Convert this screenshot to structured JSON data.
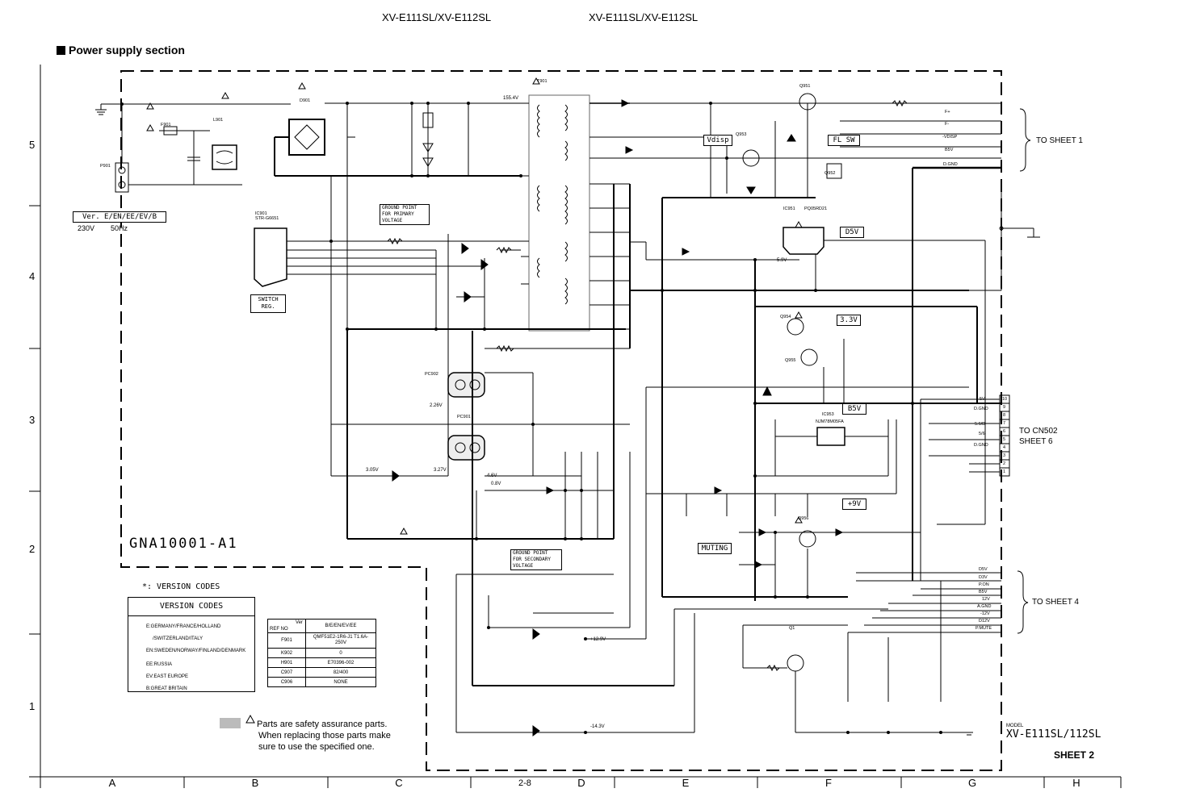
{
  "header": {
    "left_title": "XV-E111SL/XV-E112SL",
    "right_title": "XV-E111SL/XV-E112SL"
  },
  "section_title": "Power supply section",
  "grid": {
    "rows": [
      "5",
      "4",
      "3",
      "2",
      "1"
    ],
    "columns": [
      "A",
      "B",
      "C",
      "D",
      "E",
      "F",
      "G",
      "H"
    ]
  },
  "page_number": "2-8",
  "board_label": "GNA10001-A1",
  "version_box": {
    "label": "Ver. E/EN/EE/EV/B",
    "voltage": "230V",
    "freq": "50Hz"
  },
  "switch_reg": {
    "line1": "SWITCH",
    "line2": "REG."
  },
  "ground_primary": {
    "line1": "GROUND POINT",
    "line2": "FOR PRIMARY",
    "line3": "VOLTAGE"
  },
  "ground_secondary": {
    "line1": "GROUND POINT",
    "line2": "FOR SECONDARY",
    "line3": "VOLTAGE"
  },
  "regulator_labels": {
    "d5v": "D5V",
    "v33": "3.3V",
    "b5v": "B5V",
    "p9v": "+9V",
    "muting": "MUTING",
    "vdisp": "Vdisp",
    "flsw": "FL SW"
  },
  "voltages": {
    "v155": "155.4V",
    "v226": "2.26V",
    "v327": "3.27V",
    "v305": "3.05V",
    "v46": "4.6V",
    "v08": "0.8V",
    "v59": "5.9V",
    "p128": "+12.9V",
    "m143": "-14.3V"
  },
  "sheet_refs": {
    "to_sheet1": "TO SHEET 1",
    "to_cn502": "TO CN502",
    "sheet6": "SHEET 6",
    "to_sheet4": "TO SHEET 4"
  },
  "sheet1_lines": [
    "F+",
    "F-",
    "-VDISP",
    "B5V",
    "D.GND"
  ],
  "sheet4_lines": [
    "D5V",
    "D3V",
    "P.ON",
    "B5V",
    "12V",
    "A.GND",
    "-12V",
    "D12V",
    "P.MUTE"
  ],
  "cn502_pins": [
    {
      "pin": "10",
      "label": "5V"
    },
    {
      "pin": "9",
      "label": "D.GND"
    },
    {
      "pin": "8",
      "label": ""
    },
    {
      "pin": "7",
      "label": "5.6/D"
    },
    {
      "pin": "6",
      "label": "5/6"
    },
    {
      "pin": "5",
      "label": ""
    },
    {
      "pin": "4",
      "label": "D.GND"
    },
    {
      "pin": "3",
      "label": ""
    },
    {
      "pin": "2",
      "label": ""
    },
    {
      "pin": "1",
      "label": ""
    }
  ],
  "components": {
    "t901": "T901",
    "ic901": "IC901",
    "ic901_part": "STR-G6651",
    "ic951": "IC951",
    "ic951_part": "PQ05RD21",
    "ic953": "IC953",
    "ic953_part": "NJM78M05FA",
    "pc901": "PC901",
    "pc902": "PC902",
    "q951": "Q951",
    "q952": "Q952",
    "q953": "Q953",
    "q954": "Q954",
    "q955": "Q955",
    "q956": "Q956",
    "q1": "Q1",
    "d901": "D901",
    "l901": "L901",
    "p901": "P901",
    "f901": "F901"
  },
  "version_codes": {
    "label": "*: VERSION CODES",
    "title": "VERSION CODES",
    "lines": [
      "E:GERMANY/FRANCE/HOLLAND",
      "/SWITZERLAND/ITALY",
      "EN:SWEDEN/NORWAY/FINLAND/DENMARK",
      "EE:RUSSIA",
      "EV:EAST EUROPE",
      "B:GREAT BRITAIN"
    ]
  },
  "ref_table": {
    "ver_label": "Ver",
    "ref_label": "REF NO",
    "col_header": "B/E/EN/EV/EE",
    "rows": [
      {
        "ref": "F901",
        "val": "QMF51E2-1R6-J1 T1.6A-250V"
      },
      {
        "ref": "K902",
        "val": "0"
      },
      {
        "ref": "H901",
        "val": "E70396-002"
      },
      {
        "ref": "C907",
        "val": "82/400"
      },
      {
        "ref": "C906",
        "val": "NONE"
      }
    ]
  },
  "safety_note": {
    "line1": "Parts are safety assurance parts.",
    "line2": "When replacing those parts make",
    "line3": "sure to use the specified one."
  },
  "model": {
    "label": "MODEL",
    "name": "XV-E111SL/112SL"
  },
  "sheet_label": "SHEET 2"
}
